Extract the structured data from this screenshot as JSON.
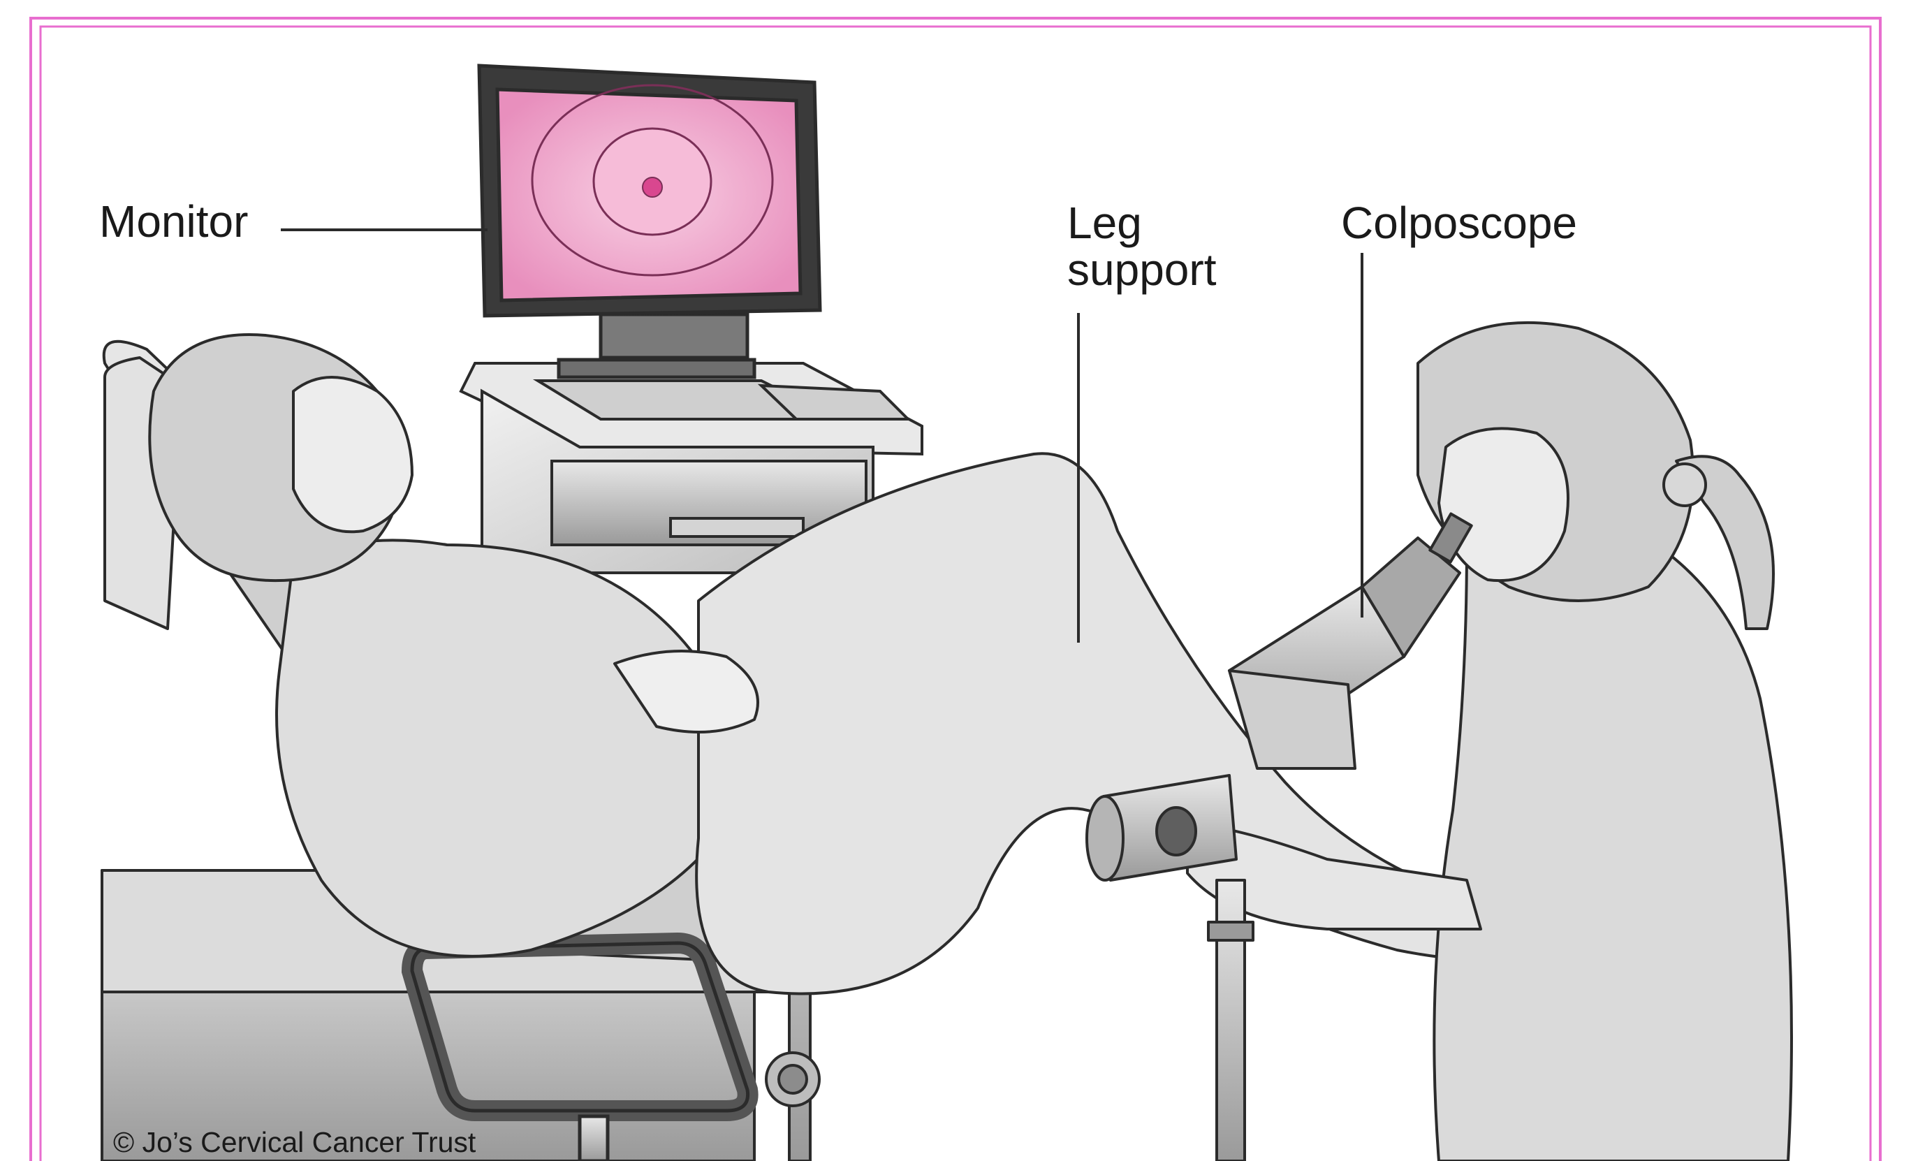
{
  "labels": {
    "monitor": "Monitor",
    "leg_support_line1": "Leg",
    "leg_support_line2": "support",
    "colposcope": "Colposcope"
  },
  "copyright": "© Jo’s Cervical Cancer Trust",
  "colors": {
    "frame": "#e86ecf",
    "screen_pink": "#f2a6cc",
    "screen_dot": "#d9478f",
    "line_art": "#2b2b2b",
    "gray_fill": "#d6d6d6"
  }
}
